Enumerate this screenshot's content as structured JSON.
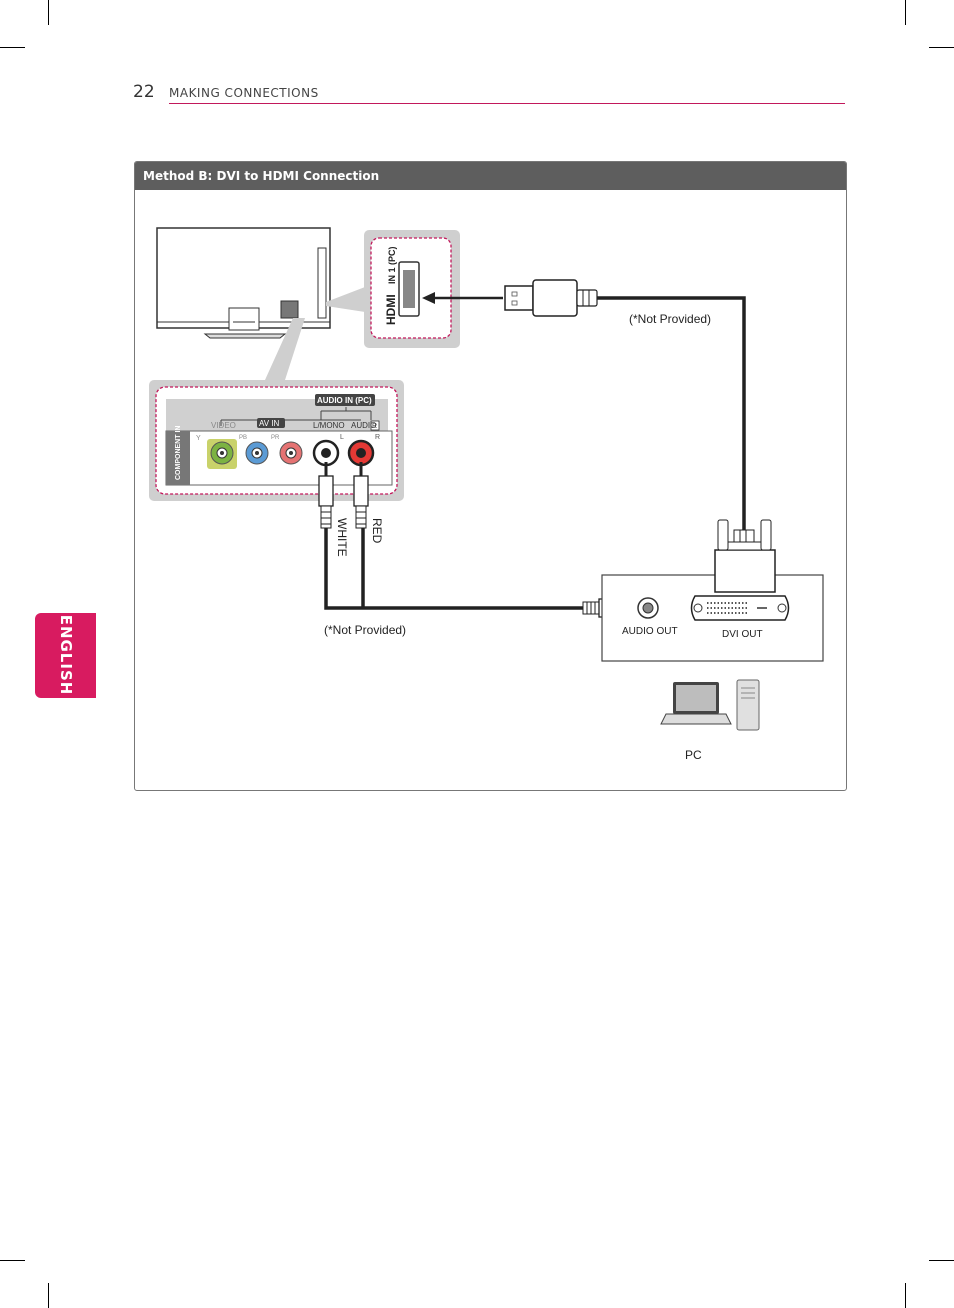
{
  "header": {
    "page_number": "22",
    "section_title": "MAKING CONNECTIONS"
  },
  "side_tab": {
    "language": "ENGLISH"
  },
  "panel": {
    "title": "Method B: DVI to HDMI Connection"
  },
  "diagram": {
    "hdmi_port_label": "IN 1 (PC)",
    "hdmi_logo": "HDMI",
    "hdmi_cable_note": "(*Not Provided)",
    "audio_cable_note": "(*Not Provided)",
    "audio_in_pc_label": "AUDIO IN (PC)",
    "av_in_label": "AV IN",
    "video_label": "VIDEO",
    "lmono_label": "L/MONO",
    "audio_label": "AUDIO",
    "audio_r_badge": "R",
    "component_in_label": "COMPONENT IN",
    "jack_labels": {
      "y": "Y",
      "pb": "PB",
      "pr": "PR",
      "l": "L",
      "r": "R"
    },
    "white_label": "WHITE",
    "red_label": "RED",
    "audio_out_label": "AUDIO OUT",
    "dvi_out_label": "DVI OUT",
    "pc_label": "PC",
    "colors": {
      "accent_magenta": "#d81b60",
      "panel_header": "#5e5e5e",
      "jack_green": "#7cb342",
      "jack_blue": "#5b9bd5",
      "jack_red": "#e53935",
      "jack_white": "#ffffff",
      "cable": "#222222"
    }
  }
}
